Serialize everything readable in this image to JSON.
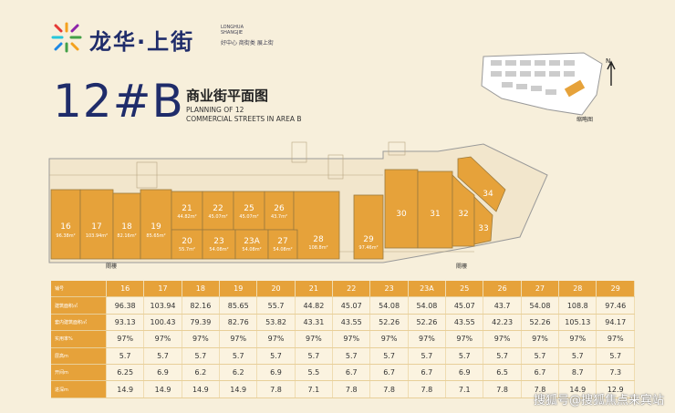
{
  "brand": {
    "name": "龙华·上街",
    "en": "LONGHUA SHANGJIE",
    "slogan": "好中心  商街类  展上街",
    "logo_colors": [
      "#e53935",
      "#f4a11d",
      "#43a047",
      "#1e88e5",
      "#8e24aa",
      "#26c6da"
    ]
  },
  "title": {
    "main": "12#B",
    "cn": "商业街平面图",
    "en_line1": "PLANNING OF 12",
    "en_line2": "COMMERCIAL STREETS IN AREA B"
  },
  "keymap": {
    "label": "缩略图",
    "north": "N"
  },
  "plan": {
    "units": [
      {
        "no": "16",
        "area": "96.38m²"
      },
      {
        "no": "17",
        "area": "103.94m²"
      },
      {
        "no": "18",
        "area": "82.16m²"
      },
      {
        "no": "19",
        "area": "85.65m²"
      },
      {
        "no": "21",
        "area": "44.82m²"
      },
      {
        "no": "22",
        "area": "45.07m²"
      },
      {
        "no": "25",
        "area": "45.07m²"
      },
      {
        "no": "26",
        "area": "43.7m²"
      },
      {
        "no": "20",
        "area": "55.7m²"
      },
      {
        "no": "23",
        "area": "54.08m²"
      },
      {
        "no": "23A",
        "area": "54.08m²"
      },
      {
        "no": "27",
        "area": "54.08m²"
      },
      {
        "no": "28",
        "area": "108.8m²"
      },
      {
        "no": "29",
        "area": "97.46m²"
      },
      {
        "no": "30",
        "area": ""
      },
      {
        "no": "31",
        "area": ""
      },
      {
        "no": "32",
        "area": ""
      },
      {
        "no": "33",
        "area": ""
      },
      {
        "no": "34",
        "area": ""
      }
    ],
    "gates": [
      "閘樓",
      "閘樓"
    ]
  },
  "table": {
    "header_label": "铺号",
    "columns": [
      "16",
      "17",
      "18",
      "19",
      "20",
      "21",
      "22",
      "23",
      "23A",
      "25",
      "26",
      "27",
      "28",
      "29"
    ],
    "rows": [
      {
        "label": "建筑面积㎡",
        "values": [
          "96.38",
          "103.94",
          "82.16",
          "85.65",
          "55.7",
          "44.82",
          "45.07",
          "54.08",
          "54.08",
          "45.07",
          "43.7",
          "54.08",
          "108.8",
          "97.46"
        ]
      },
      {
        "label": "套内建筑面积㎡",
        "values": [
          "93.13",
          "100.43",
          "79.39",
          "82.76",
          "53.82",
          "43.31",
          "43.55",
          "52.26",
          "52.26",
          "43.55",
          "42.23",
          "52.26",
          "105.13",
          "94.17"
        ]
      },
      {
        "label": "实用率%",
        "values": [
          "97%",
          "97%",
          "97%",
          "97%",
          "97%",
          "97%",
          "97%",
          "97%",
          "97%",
          "97%",
          "97%",
          "97%",
          "97%",
          "97%"
        ]
      },
      {
        "label": "层高m",
        "values": [
          "5.7",
          "5.7",
          "5.7",
          "5.7",
          "5.7",
          "5.7",
          "5.7",
          "5.7",
          "5.7",
          "5.7",
          "5.7",
          "5.7",
          "5.7",
          "5.7"
        ]
      },
      {
        "label": "开间m",
        "values": [
          "6.25",
          "6.9",
          "6.2",
          "6.2",
          "6.9",
          "5.5",
          "6.7",
          "6.7",
          "6.7",
          "6.9",
          "6.5",
          "6.7",
          "8.7",
          "7.3"
        ]
      },
      {
        "label": "进深m",
        "values": [
          "14.9",
          "14.9",
          "14.9",
          "14.9",
          "7.8",
          "7.1",
          "7.8",
          "7.8",
          "7.8",
          "7.1",
          "7.8",
          "7.8",
          "14.9",
          "12.9"
        ]
      }
    ]
  },
  "watermark": "搜狐号@搜狐焦点来宾站",
  "colors": {
    "unit": "#e6a23a",
    "unit_border": "#9a7a3e",
    "header": "#e6a23a",
    "title": "#1f2c6a"
  }
}
